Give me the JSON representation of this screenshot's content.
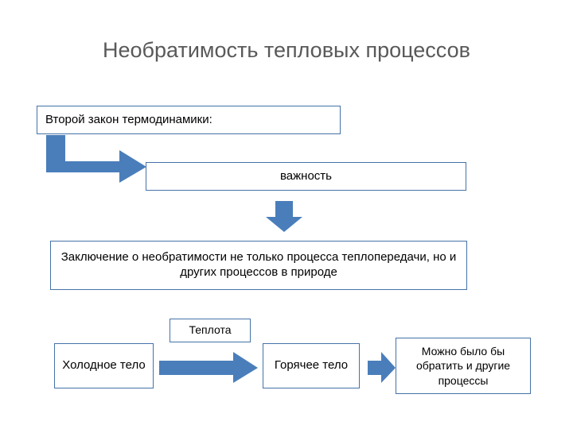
{
  "slide": {
    "title": "Необратимость тепловых процессов",
    "boxes": {
      "second_law": "Второй закон термодинамики:",
      "importance": "важность",
      "conclusion": "Заключение о необратимости не только процесса теплопередачи, но и других процессов в природе",
      "heat_label": "Теплота",
      "cold_body": "Холодное тело",
      "hot_body": "Горячее тело",
      "other_processes": "Можно было бы обратить и другие процессы"
    },
    "arrows": {
      "bent": "bent-arrow-right",
      "down": "arrow-down",
      "heat_transfer": "arrow-right",
      "other": "arrow-right"
    },
    "colors": {
      "accent": "#4a7ebb",
      "border": "#4472a8",
      "title_text": "#595959",
      "body_text": "#000000",
      "background": "#ffffff"
    }
  }
}
